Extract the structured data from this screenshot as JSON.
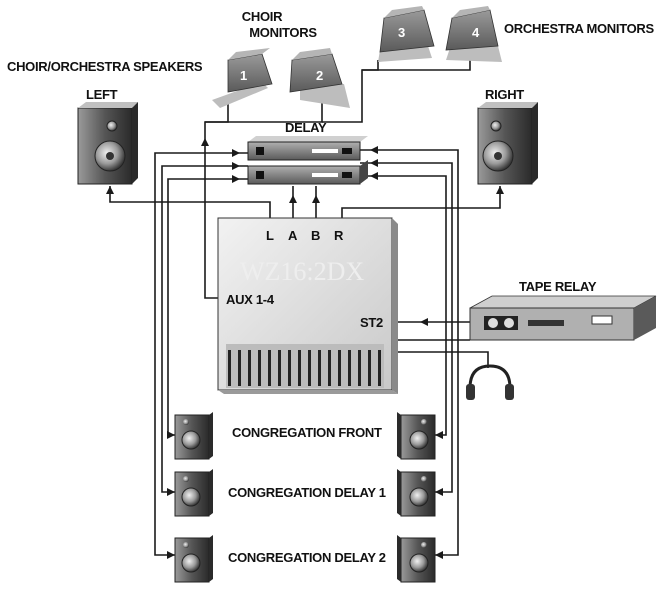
{
  "labels": {
    "choir_monitors": [
      "CHOIR",
      "MONITORS"
    ],
    "orchestra_monitors": "ORCHESTRA MONITORS",
    "choir_orchestra_speakers": "CHOIR/ORCHESTRA SPEAKERS",
    "left": "LEFT",
    "right": "RIGHT",
    "delay": "DELAY",
    "tape_relay": "TAPE RELAY",
    "congregation_front": "CONGREGATION FRONT",
    "congregation_delay_1": "CONGREGATION DELAY 1",
    "congregation_delay_2": "CONGREGATION DELAY 2"
  },
  "mixer": {
    "outputs": [
      "L",
      "A",
      "B",
      "R"
    ],
    "logo": "WZ16:2DX",
    "aux": "AUX 1-4",
    "st2": "ST2"
  },
  "monitor_numbers": [
    "1",
    "2",
    "3",
    "4"
  ],
  "colors": {
    "line": "#1a1a1a",
    "mixer_panel": "#d8d8d8",
    "speaker_cabinet": "#4a4a4a",
    "monitor_wedge": "#7a7a7a"
  }
}
